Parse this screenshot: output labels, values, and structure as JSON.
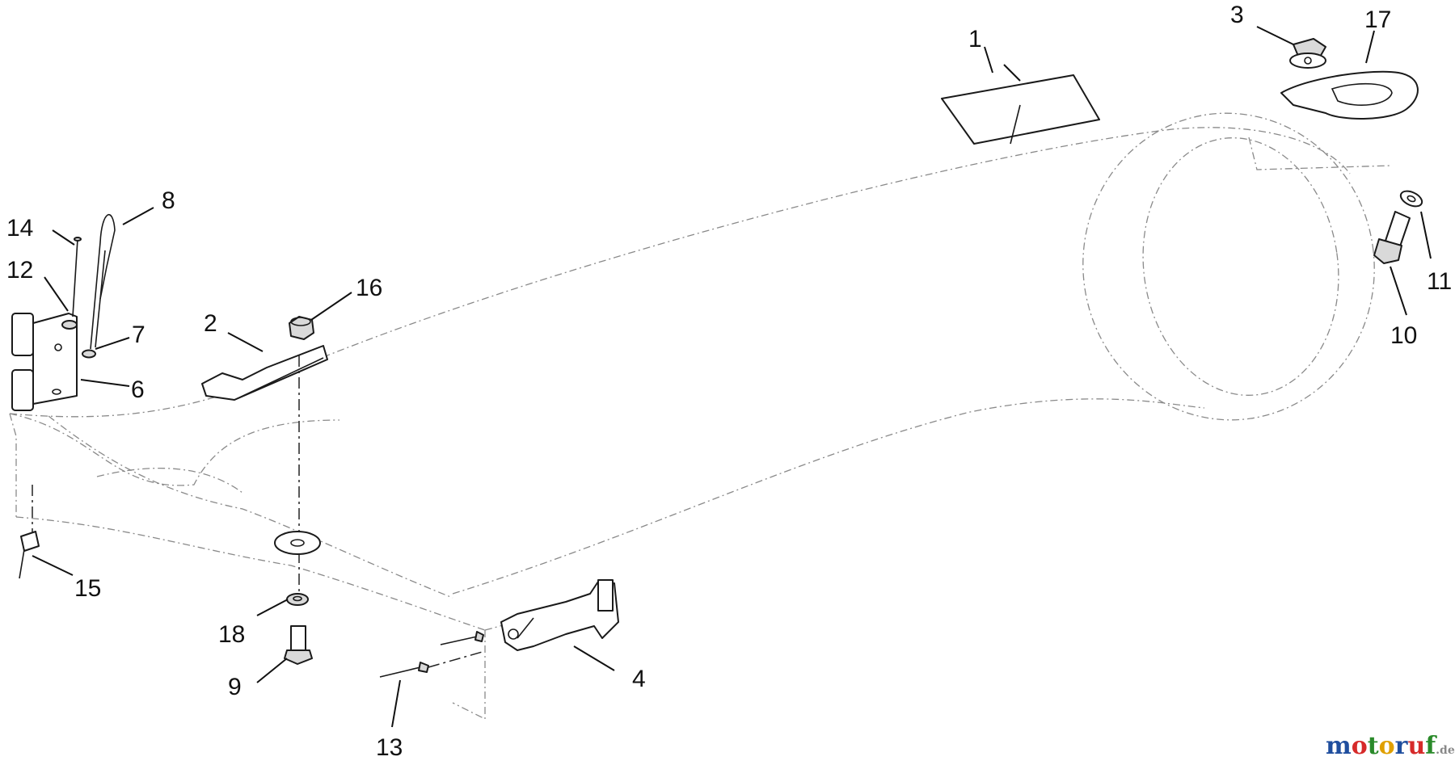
{
  "callouts": [
    {
      "id": "1",
      "label": "1"
    },
    {
      "id": "2",
      "label": "2"
    },
    {
      "id": "3",
      "label": "3"
    },
    {
      "id": "4",
      "label": "4"
    },
    {
      "id": "6",
      "label": "6"
    },
    {
      "id": "7",
      "label": "7"
    },
    {
      "id": "8",
      "label": "8"
    },
    {
      "id": "9",
      "label": "9"
    },
    {
      "id": "10",
      "label": "10"
    },
    {
      "id": "11",
      "label": "11"
    },
    {
      "id": "12",
      "label": "12"
    },
    {
      "id": "13",
      "label": "13"
    },
    {
      "id": "14",
      "label": "14"
    },
    {
      "id": "15",
      "label": "15"
    },
    {
      "id": "16",
      "label": "16"
    },
    {
      "id": "17",
      "label": "17"
    },
    {
      "id": "18",
      "label": "18"
    }
  ],
  "watermark": {
    "letters": [
      "m",
      "o",
      "t",
      "o",
      "r",
      "u",
      "f"
    ],
    "suffix": ".de",
    "colors": [
      "#1f4e9e",
      "#d62a2a",
      "#2a8a2a",
      "#e0a000",
      "#1f4e9e",
      "#d62a2a",
      "#2a8a2a",
      "#888888"
    ]
  }
}
